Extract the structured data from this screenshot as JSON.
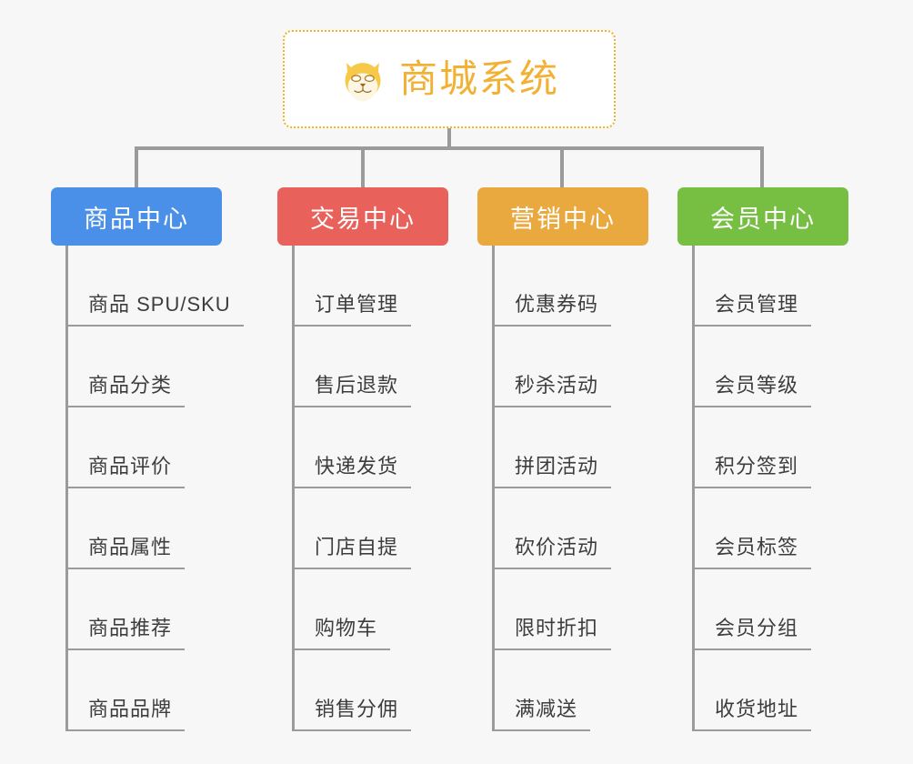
{
  "page": {
    "background_color": "#f7f7f7",
    "line_color": "#9b9b9b"
  },
  "root": {
    "title": "商城系统",
    "icon": "shiba-dog-face-emoji",
    "border_color": "#f0b429",
    "text_color": "#f2b134",
    "background_color": "#ffffff"
  },
  "columns": [
    {
      "header": "商品中心",
      "color": "#4a90e8",
      "items": [
        "商品 SPU/SKU",
        "商品分类",
        "商品评价",
        "商品属性",
        "商品推荐",
        "商品品牌"
      ]
    },
    {
      "header": "交易中心",
      "color": "#e8615a",
      "items": [
        "订单管理",
        "售后退款",
        "快递发货",
        "门店自提",
        "购物车",
        "销售分佣"
      ]
    },
    {
      "header": "营销中心",
      "color": "#eaa93e",
      "items": [
        "优惠券码",
        "秒杀活动",
        "拼团活动",
        "砍价活动",
        "限时折扣",
        "满减送"
      ]
    },
    {
      "header": "会员中心",
      "color": "#76bf43",
      "items": [
        "会员管理",
        "会员等级",
        "积分签到",
        "会员标签",
        "会员分组",
        "收货地址"
      ]
    }
  ]
}
